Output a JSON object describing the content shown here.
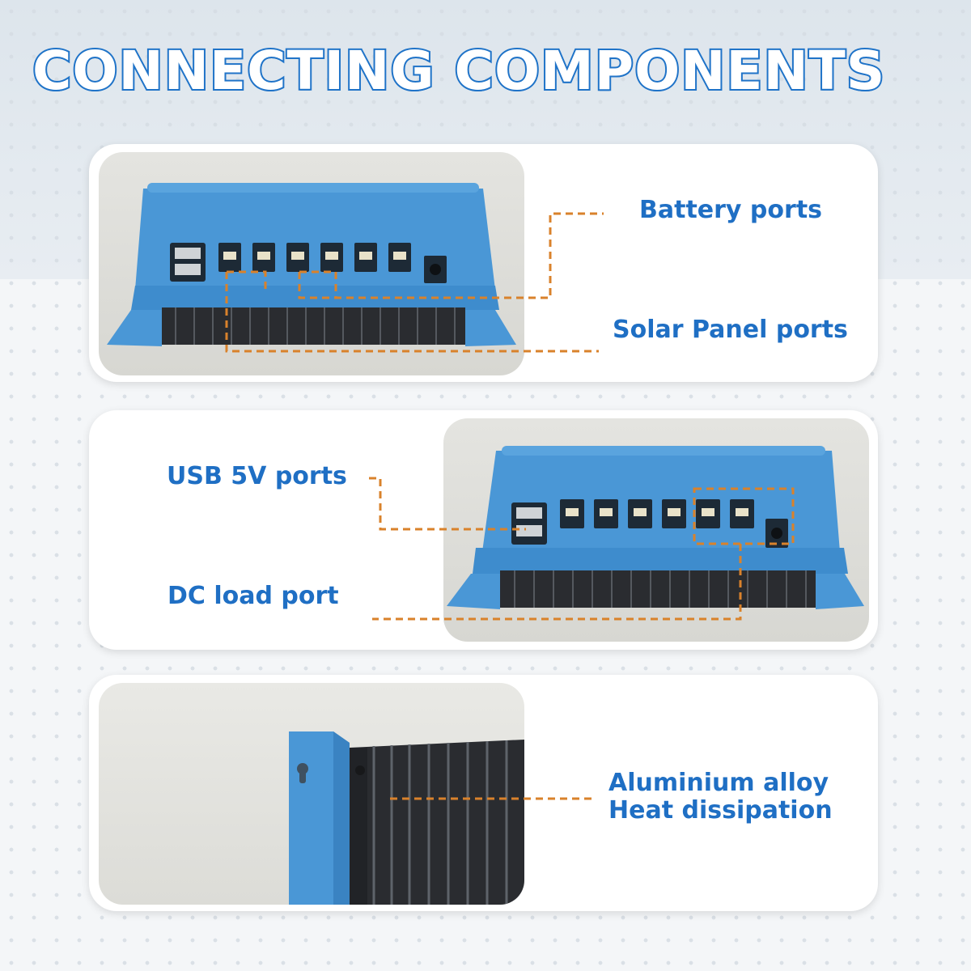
{
  "title": "CONNECTING COMPONENTS",
  "callouts": {
    "battery": "Battery ports",
    "solar": "Solar Panel ports",
    "usb": "USB 5V ports",
    "dc_load": "DC load port",
    "aluminium_line1": "Aluminium alloy",
    "aluminium_line2": "Heat dissipation"
  },
  "colors": {
    "title_blue": "#1f73c8",
    "label_blue": "#1f6fc4",
    "device_blue": "#4a97d6",
    "heatsink": "#2a2c30",
    "callout_line": "#d9822b"
  }
}
